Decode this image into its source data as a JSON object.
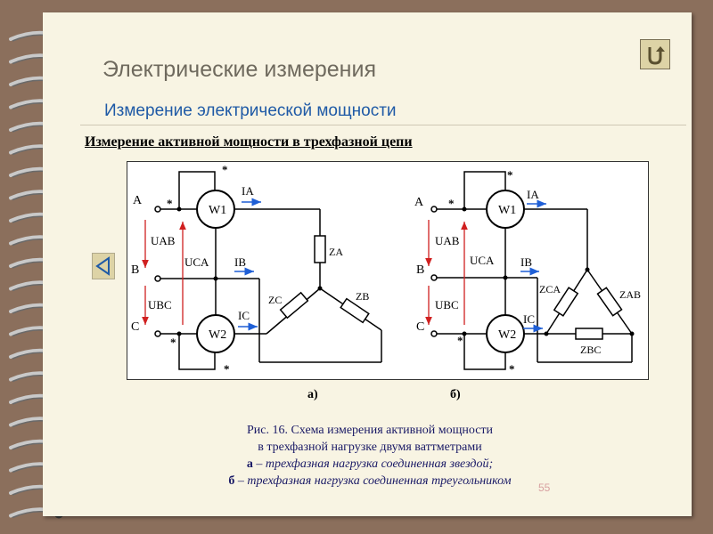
{
  "slide": {
    "title": "Электрические  измерения",
    "subtitle": "Измерение  электрической  мощности",
    "section_title": "Измерение активной  мощности в трехфазной цепи",
    "page_number": "55"
  },
  "colors": {
    "accent_title": "#6f6a5e",
    "accent_subtitle": "#1f5aa6",
    "current_arrow": "#1f5fd6",
    "voltage_arrow": "#d02020"
  },
  "navigation": {
    "home_icon": "u-turn-icon",
    "back_icon": "left-triangle-icon"
  },
  "diagram": {
    "phases": [
      "A",
      "B",
      "C"
    ],
    "wattmeters": [
      "W1",
      "W2"
    ],
    "currents": [
      "IA",
      "IB",
      "IC"
    ],
    "voltages": [
      "UAB",
      "UCA",
      "UBC"
    ],
    "star_impedances": [
      "ZA",
      "ZB",
      "ZC"
    ],
    "delta_impedances": [
      "ZAB",
      "ZBC",
      "ZCA"
    ],
    "star_marker": "*",
    "sub_labels": [
      "а)",
      "б)"
    ]
  },
  "caption": {
    "line1": "Рис. 16. Схема измерения активной мощности",
    "line2": "в трехфазной нагрузке двумя ваттметрами",
    "line3_bold": "а",
    "line3_rest": " – трехфазная нагрузка соединенная звездой;",
    "line4_bold": "б",
    "line4_rest": " – трехфазная нагрузка соединенная треугольником"
  }
}
